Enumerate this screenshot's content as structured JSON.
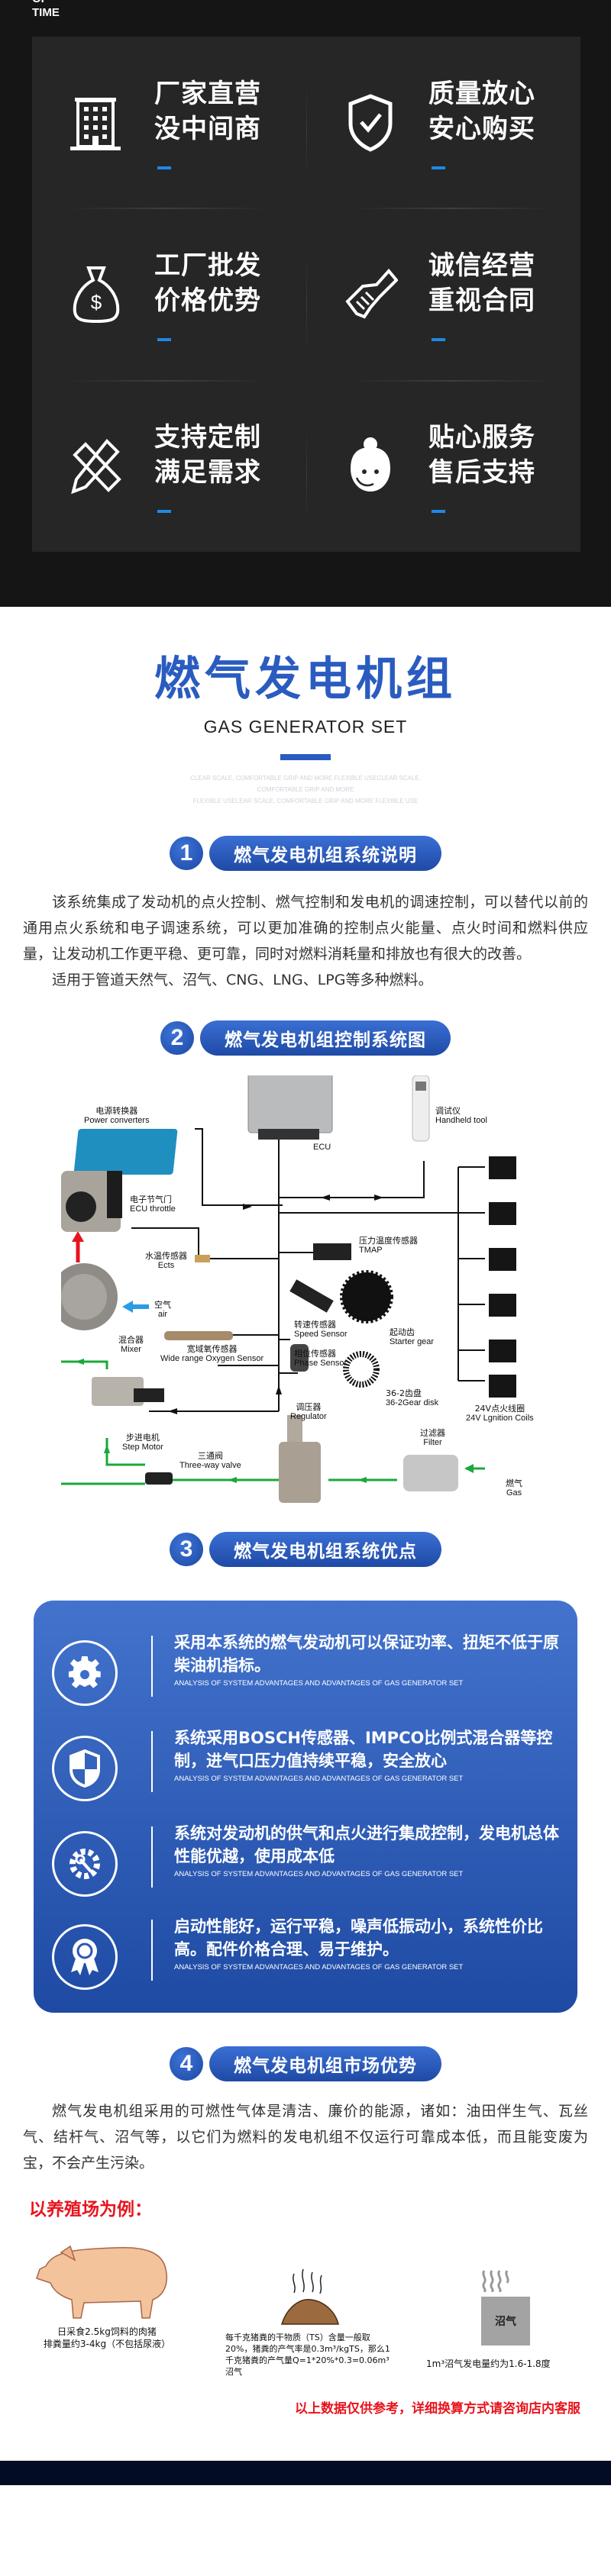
{
  "top_clip_text": [
    "OF",
    "TIME"
  ],
  "features": [
    {
      "icon": "building-icon",
      "line1": "厂家直营",
      "line2": "没中间商"
    },
    {
      "icon": "shield-check-icon",
      "line1": "质量放心",
      "line2": "安心购买"
    },
    {
      "icon": "money-bag-icon",
      "line1": "工厂批发",
      "line2": "价格优势"
    },
    {
      "icon": "handshake-icon",
      "line1": "诚信经营",
      "line2": "重视合同"
    },
    {
      "icon": "pencil-ruler-icon",
      "line1": "支持定制",
      "line2": "满足需求"
    },
    {
      "icon": "customer-service-icon",
      "line1": "贴心服务",
      "line2": "售后支持"
    }
  ],
  "hero": {
    "title": "燃气发电机组",
    "subtitle": "GAS GENERATOR SET",
    "faint_line1": "CLEAR SCALE, COMFORTABLE GRIP AND MORE FLEXIBLE USECLEAR SCALE, COMFORTABLE GRIP AND MORE",
    "faint_line2": "FLEXIBLE USELEAR SCALE, COMFORTABLE GRIP AND MORE FLEXIBLE USE"
  },
  "sections": [
    {
      "num": "1",
      "title": "燃气发电机组系统说明"
    },
    {
      "num": "2",
      "title": "燃气发电机组控制系统图"
    },
    {
      "num": "3",
      "title": "燃气发电机组系统优点"
    },
    {
      "num": "4",
      "title": "燃气发电机组市场优势"
    }
  ],
  "description": {
    "p1": "该系统集成了发动机的点火控制、燃气控制和发电机的调速控制，可以替代以前的通用点火系统和电子调速系统，可以更加准确的控制点火能量、点火时间和燃料供应量，让发动机工作更平稳、更可靠，同时对燃料消耗量和排放也有很大的改善。",
    "p2": "适用于管道天然气、沼气、CNG、LNG、LPG等多种燃料。"
  },
  "diagram": {
    "power_converter": {
      "cn": "电源转换器",
      "en": "Power converters"
    },
    "ecu": {
      "en": "ECU"
    },
    "handheld": {
      "cn": "调试仪",
      "en": "Handheld tool"
    },
    "throttle": {
      "cn": "电子节气门",
      "en": "ECU throttle"
    },
    "tmap": {
      "cn": "压力温度传感器",
      "en": "TMAP"
    },
    "ects": {
      "cn": "水温传感器",
      "en": "Ects"
    },
    "speed": {
      "cn": "转速传感器",
      "en": "Speed Sensor"
    },
    "starter": {
      "cn": "起动齿",
      "en": "Starter gear"
    },
    "oxygen": {
      "cn": "宽域氧传感器",
      "en": "Wide range Oxygen Sensor"
    },
    "phase": {
      "cn": "相位传感器",
      "en": "Phase Sensor"
    },
    "air": {
      "cn": "空气",
      "en": "air"
    },
    "mixer": {
      "cn": "混合器",
      "en": "Mixer"
    },
    "gear_disk": {
      "cn": "36-2齿盘",
      "en": "36-2Gear disk"
    },
    "coils": {
      "cn": "24V点火线圈",
      "en": "24V Lgnition Coils"
    },
    "step_motor": {
      "cn": "步进电机",
      "en": "Step Motor"
    },
    "regulator": {
      "cn": "调压器",
      "en": "Regulator"
    },
    "filter": {
      "cn": "过滤器",
      "en": "Filter"
    },
    "three_way": {
      "cn": "三通阀",
      "en": "Three-way valve"
    },
    "gas": {
      "cn": "燃气",
      "en": "Gas"
    }
  },
  "advantages": [
    {
      "icon": "gear-icon",
      "text": "采用本系统的燃气发动机可以保证功率、扭矩不低于原柴油机指标。",
      "en": "ANALYSIS OF SYSTEM ADVANTAGES AND ADVANTAGES OF GAS GENERATOR SET"
    },
    {
      "icon": "shield-icon",
      "text": "系统采用BOSCH传感器、IMPCO比例式混合器等控制，进气口压力值持续平稳，安全放心",
      "en": "ANALYSIS OF SYSTEM ADVANTAGES AND ADVANTAGES OF GAS GENERATOR SET"
    },
    {
      "icon": "gear-wrench-icon",
      "text": "系统对发动机的供气和点火进行集成控制，发电机总体性能优越，使用成本低",
      "en": "ANALYSIS OF SYSTEM ADVANTAGES AND ADVANTAGES OF GAS GENERATOR SET"
    },
    {
      "icon": "award-ribbon-icon",
      "text": "启动性能好，运行平稳，噪声低振动小，系统性价比高。配件价格合理、易于维护。",
      "en": "ANALYSIS OF SYSTEM ADVANTAGES AND ADVANTAGES OF GAS GENERATOR SET"
    }
  ],
  "market": {
    "text": "燃气发电机组采用的可燃性气体是清洁、廉价的能源，诸如：油田伴生气、瓦丝气、结杆气、沼气等，以它们为燃料的发电机组不仅运行可靠成本低，而且能变废为宝，不会产生污染。"
  },
  "example": {
    "title": "以养殖场为例：",
    "pig_caption_1": "日采食2.5kg饲料的肉猪",
    "pig_caption_2": "排粪量约3-4kg（不包括尿液）",
    "manure_caption": "每千克猪粪的干物质（TS）含量一般取20%，猪粪的产气率是0.3m³/kgTS，那么1千克猪粪的产气量Q=1*20%*0.3=0.06m³沼气",
    "biogas_box": "沼气",
    "biogas_caption": "1m³沼气发电量约为1.6-1.8度",
    "note": "以上数据仅供参考，详细换算方式请咨询店内客服"
  },
  "colors": {
    "brand_blue": "#2a5cc0",
    "accent_blue": "#1e88e5",
    "red": "#e8141d",
    "green": "#1aa83a"
  }
}
